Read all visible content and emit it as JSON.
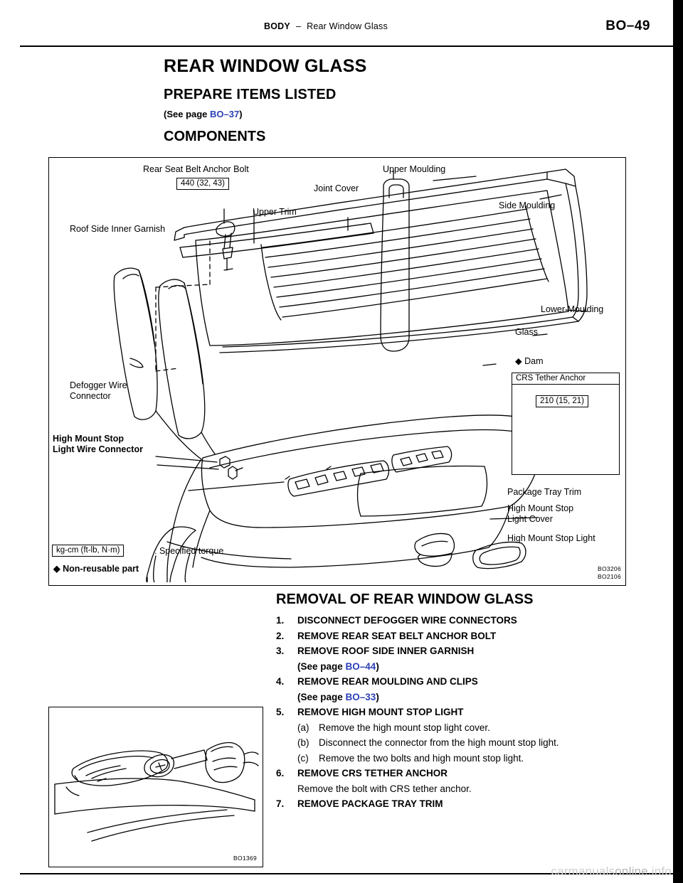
{
  "header": {
    "section": "BODY",
    "dash": "–",
    "subject": "Rear Window Glass",
    "page_number": "BO–49"
  },
  "titles": {
    "main": "REAR WINDOW GLASS",
    "sub": "PREPARE ITEMS LISTED",
    "see_page_prefix": "(See page ",
    "see_page_link": "BO–37",
    "see_page_suffix": ")",
    "components": "COMPONENTS"
  },
  "figure": {
    "labels": {
      "rear_seat_belt_anchor_bolt": "Rear Seat Belt Anchor Bolt",
      "torque_440": "440 (32, 43)",
      "upper_moulding": "Upper Moulding",
      "joint_cover": "Joint Cover",
      "side_moulding": "Side Moulding",
      "upper_trim": "Upper Trim",
      "roof_side_inner_garnish": "Roof Side Inner Garnish",
      "lower_moulding": "Lower Moulding",
      "glass": "Glass",
      "dam": "Dam",
      "crs_tether_anchor": "CRS Tether Anchor",
      "torque_210": "210 (15, 21)",
      "defogger_wire_connector_l1": "Defogger Wire",
      "defogger_wire_connector_l2": "Connector",
      "high_mount_stop_light_wire_connector_l1": "High Mount Stop",
      "high_mount_stop_light_wire_connector_l2": "Light Wire Connector",
      "package_tray_trim": "Package Tray Trim",
      "high_mount_stop_light_cover_l1": "High Mount Stop",
      "high_mount_stop_light_cover_l2": "Light Cover",
      "high_mount_stop_light": "High Mount Stop Light",
      "torque_units": "kg-cm (ft-lb, N·m)",
      "torque_legend": ":   Specified torque",
      "non_reusable": "Non-reusable part",
      "diamond": "◆",
      "fig_code_1": "BO3206",
      "fig_code_2": "BO2106"
    }
  },
  "removal": {
    "title": "REMOVAL OF REAR WINDOW GLASS",
    "steps": [
      {
        "num": "1.",
        "text": "DISCONNECT DEFOGGER WIRE CONNECTORS",
        "bold": true
      },
      {
        "num": "2.",
        "text": "REMOVE REAR SEAT BELT ANCHOR BOLT",
        "bold": true
      },
      {
        "num": "3.",
        "text": "REMOVE ROOF SIDE INNER GARNISH",
        "bold": true
      },
      {
        "num": "",
        "text_prefix": "(See page ",
        "link": "BO–44",
        "text_suffix": ")",
        "bold": true,
        "type": "see-page"
      },
      {
        "num": "4.",
        "text": "REMOVE REAR MOULDING AND CLIPS",
        "bold": true
      },
      {
        "num": "",
        "text_prefix": "(See page ",
        "link": "BO–33",
        "text_suffix": ")",
        "bold": true,
        "type": "see-page"
      },
      {
        "num": "5.",
        "text": "REMOVE HIGH MOUNT STOP LIGHT",
        "bold": true
      },
      {
        "num": "(a)",
        "text": "Remove the high mount stop light cover.",
        "bold": false,
        "type": "sub"
      },
      {
        "num": "(b)",
        "text": "Disconnect the connector from the high mount stop light.",
        "bold": false,
        "type": "sub"
      },
      {
        "num": "(c)",
        "text": "Remove the two bolts and high mount stop light.",
        "bold": false,
        "type": "sub"
      },
      {
        "num": "6.",
        "text": "REMOVE CRS TETHER ANCHOR",
        "bold": true
      },
      {
        "num": "",
        "text": "Remove the bolt with CRS tether anchor.",
        "bold": false,
        "type": "plain"
      },
      {
        "num": "7.",
        "text": "REMOVE PACKAGE TRAY TRIM",
        "bold": true
      }
    ]
  },
  "figure2": {
    "code": "BO1369"
  },
  "watermark": {
    "text_light": "carmanuals",
    "text_dark": "online",
    "suffix": ".info"
  }
}
